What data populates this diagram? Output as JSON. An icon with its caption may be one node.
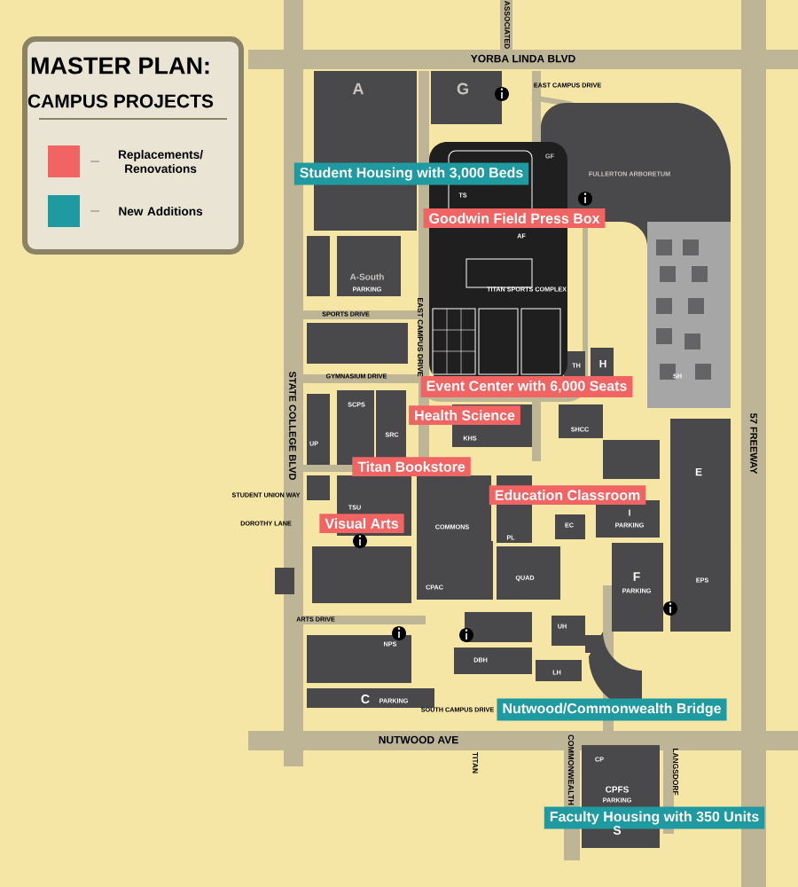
{
  "diagram": {
    "title": "MASTER PLAN:",
    "nodes": [
      {
        "text": [
          "Student Housing with 3,000 Beds"
        ]
      },
      {
        "text": [
          "Goodwin Field Press Box"
        ]
      },
      {
        "text": [
          "Event Center with 6,000 Seats"
        ]
      },
      {
        "text": [
          "Health Science"
        ]
      },
      {
        "text": [
          "Titan Bookstore"
        ]
      },
      {
        "text": [
          "Education Classroom"
        ]
      },
      {
        "text": [
          "Visual Arts"
        ]
      },
      {
        "text": [
          "Nutwood/Commonwealth Bridge"
        ]
      },
      {
        "text": [
          "Faculty Housing with 350 Units"
        ]
      }
    ],
    "labels": [
      "CAMPUS PROJECTS",
      "YORBA LINDA BLVD",
      "ASSOCIATED",
      "EAST CAMPUS DRIVE",
      "A",
      "G",
      "FULLERTON ARBORETUM",
      "GF",
      "TS",
      "AF",
      "A-South",
      "PARKING",
      "TITAN SPORTS COMPLEX",
      "SPORTS DRIVE",
      "GYMNASIUM DRIVE",
      "EAST CAMPUS DRIVE",
      "SCPS",
      "SRC",
      "KHS",
      "SHCC",
      "TH",
      "H",
      "SH",
      "UP",
      "STUDENT UNION WAY",
      "DOROTHY LANE",
      "TSU",
      "COMMONS",
      "PL",
      "EC",
      "I",
      "PARKING",
      "E",
      "CPAC",
      "QUAD",
      "F",
      "PARKING",
      "EPS",
      "ARTS DRIVE",
      "NPS",
      "DBH",
      "UH",
      "LH",
      "C",
      "PARKING",
      "SOUTH CAMPUS DRIVE",
      "NUTWOOD AVE",
      "CP",
      "CPFS",
      "PARKING",
      "S",
      "STATE COLLEGE BLVD",
      "57 FREEWAY",
      "COMMONWEALTH",
      "TITAN",
      "LANGSDORF"
    ],
    "legend": [
      {
        "text": "Replacements/ Renovations",
        "color": "#f06464"
      },
      {
        "text": "New Additions",
        "color": "#1e9aa0"
      }
    ]
  }
}
